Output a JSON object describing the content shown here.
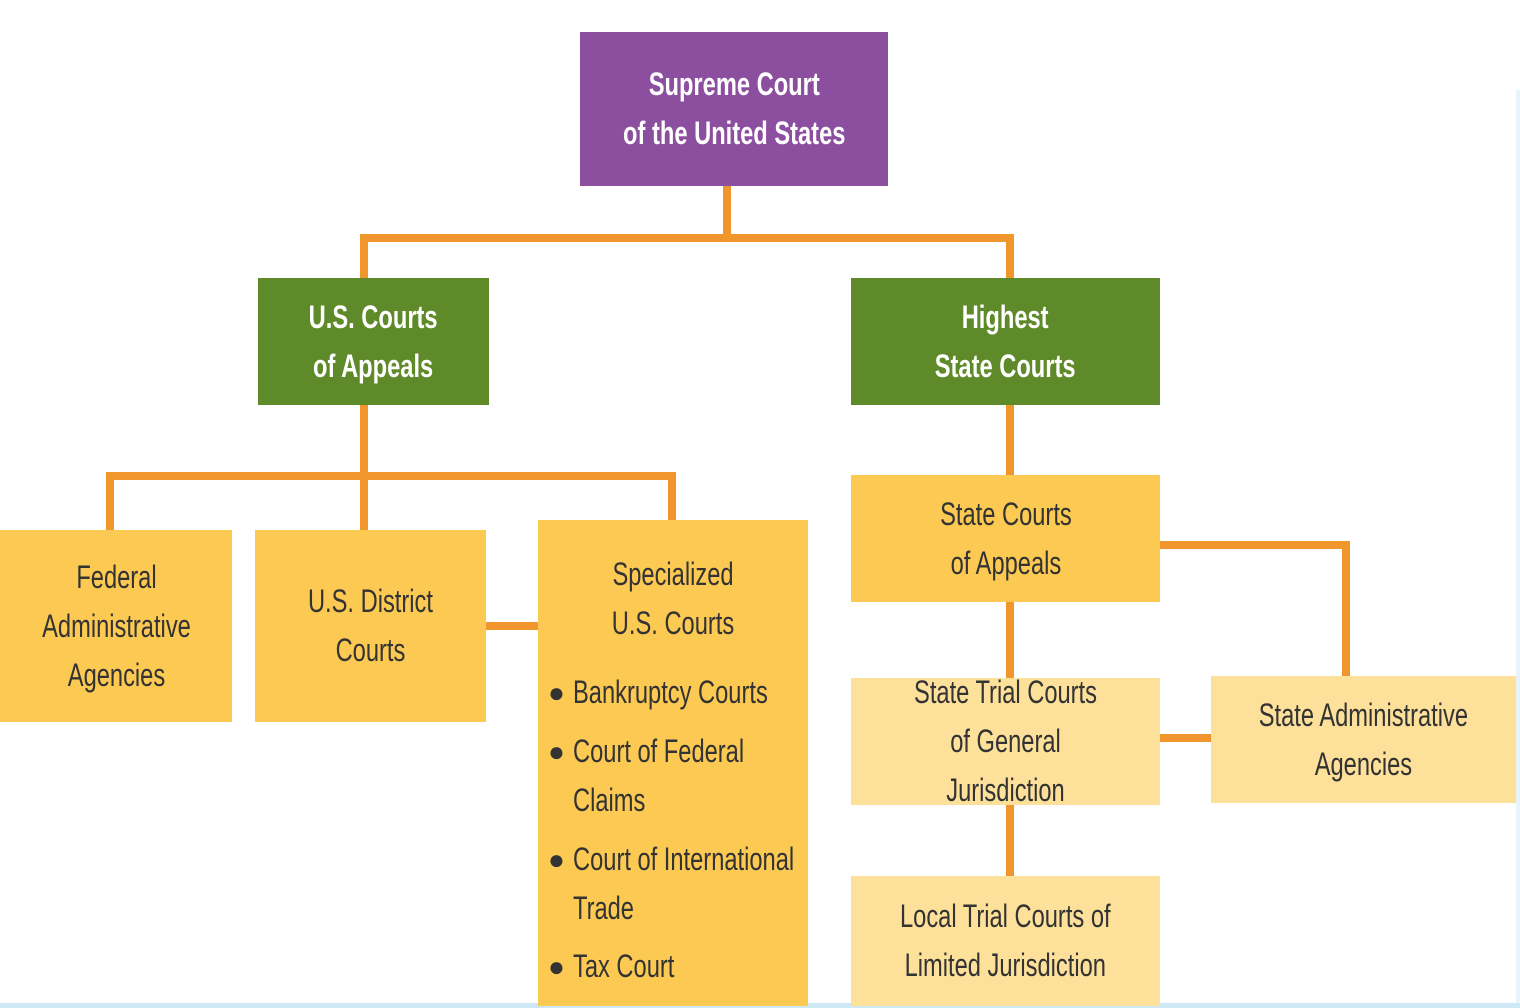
{
  "chart": {
    "supreme": "Supreme Court\nof the United States",
    "appeals": "U.S. Courts\nof Appeals",
    "highest_state": "Highest\nState Courts",
    "federal_agencies": "Federal\nAdministrative\nAgencies",
    "district": "U.S. District\nCourts",
    "specialized": {
      "title": "Specialized\nU.S. Courts",
      "items": [
        "Bankruptcy Courts",
        "Court of Federal\nClaims",
        "Court of International\nTrade",
        "Tax Court"
      ]
    },
    "state_appeals": "State Courts\nof Appeals",
    "state_trial": "State Trial Courts\nof General Jurisdiction",
    "state_agencies": "State Administrative\nAgencies",
    "local_trial": "Local Trial Courts of\nLimited Jurisdiction"
  },
  "colors": {
    "supreme": "#8c4fa0",
    "appellate": "#5f8a2a",
    "trial": "#fcc952",
    "state_lower": "#fde09a",
    "connector": "#f0962d"
  }
}
